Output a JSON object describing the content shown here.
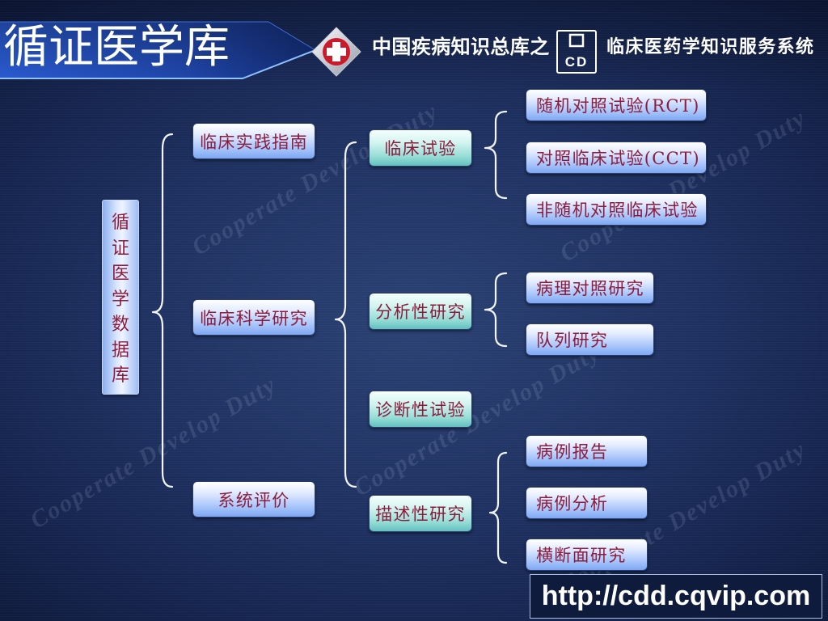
{
  "header": {
    "title": "循证医学库",
    "brand_prefix": "中国疾病知识总库之",
    "logo_letters": "CD",
    "brand_suffix": "临床医药学知识服务系统"
  },
  "icons": {
    "header_logo": "red-cross-diamond-icon",
    "system_logo": "cdd-logo-icon"
  },
  "watermark": {
    "text": "Cooperate Develop Duty"
  },
  "tree": {
    "root": "循证医学数据库",
    "branches": [
      {
        "label": "临床实践指南"
      },
      {
        "label": "临床科学研究",
        "children": [
          {
            "label": "临床试验",
            "children": [
              "随机对照试验(RCT)",
              "对照临床试验(CCT)",
              "非随机对照临床试验"
            ]
          },
          {
            "label": "分析性研究",
            "children": [
              "病理对照研究",
              "队列研究"
            ]
          },
          {
            "label": "诊断性试验"
          },
          {
            "label": "描述性研究",
            "children": [
              "病例报告",
              "病例分析",
              "横断面研究"
            ]
          }
        ]
      },
      {
        "label": "系统评价"
      }
    ]
  },
  "footer": {
    "url": "http://cdd.cqvip.com"
  },
  "colors": {
    "background": "#1c2b54",
    "node_text": "#8c1c3c",
    "node_blue": "#8db1f5",
    "node_teal": "#6cc6c2",
    "brace": "#f2f5ff",
    "header_text": "#ffffff",
    "logo_red": "#cc1a2a"
  }
}
